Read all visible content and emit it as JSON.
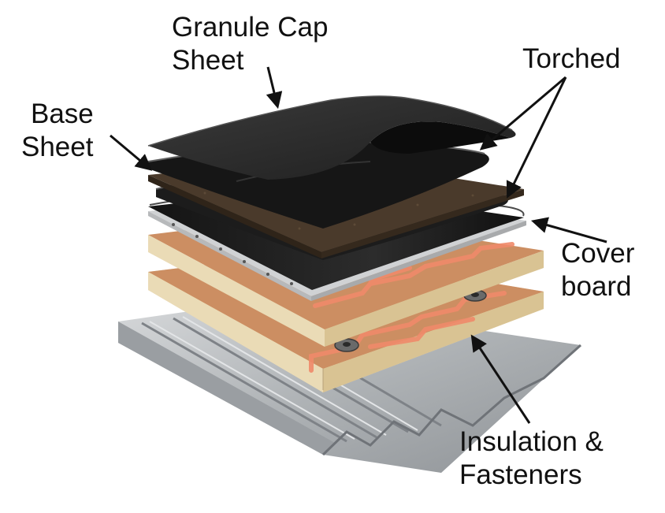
{
  "labels": {
    "granule_cap": {
      "line1": "Granule Cap",
      "line2": "Sheet"
    },
    "base_sheet": {
      "line1": "Base",
      "line2": "Sheet"
    },
    "torched": {
      "line1": "Torched"
    },
    "cover_board": {
      "line1": "Cover",
      "line2": "board"
    },
    "insulation": {
      "line1": "Insulation &",
      "line2": "Fasteners"
    }
  },
  "colors": {
    "text": "#111111",
    "steel": "#b9bcbf",
    "steel_dark": "#8c9094",
    "insulation_face": "#e6d2a8",
    "insulation_top": "#c98a5e",
    "adhesive": "#f08a6a",
    "cover_board": "#c9cbcd",
    "base_sheet": "#1d1d1d",
    "felt": "#4b3b2c",
    "cap_sheet": "#2b2b2b"
  }
}
